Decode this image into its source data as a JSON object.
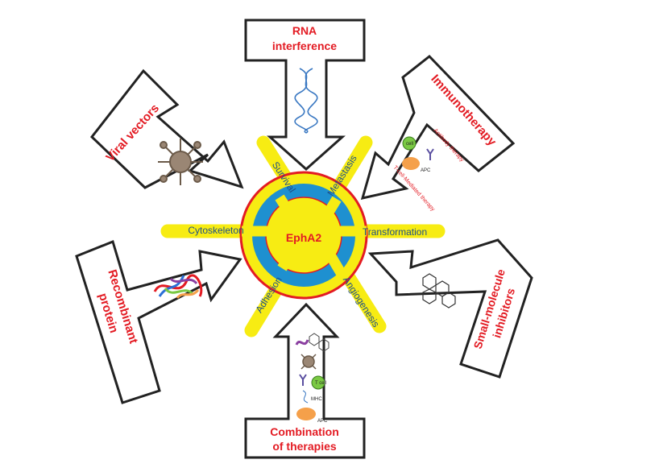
{
  "center": {
    "label": "EphA2"
  },
  "spokes": {
    "survival": "Survival",
    "metastasis": "Metastasis",
    "cytoskeleton": "Cytoskeleton",
    "transformation": "Transformation",
    "adhesion": "Adhesion",
    "angiogenesis": "Angiogenesis"
  },
  "therapies": {
    "rna_line1": "RNA",
    "rna_line2": "interference",
    "immuno": "Immunotherapy",
    "viral": "Viral vectors",
    "recombinant_line1": "Recombinant",
    "recombinant_line2": "protein",
    "small_line1": "Small-molecule",
    "small_line2": "inhibitors",
    "combo_line1": "Combination",
    "combo_line2": "of therapies"
  },
  "mini_labels": {
    "antibody_therapy": "Antibody therapy",
    "tcell_mediated": "T-cell-Mediated therapy",
    "cell": "cell",
    "apc": "APC",
    "mhc": "MHC",
    "tcell": "T cell"
  },
  "colors": {
    "label_red": "#e31b23",
    "hub_yellow": "#f7ec13",
    "ring_blue": "#1e90d0",
    "text_blue": "#1e4f88"
  }
}
